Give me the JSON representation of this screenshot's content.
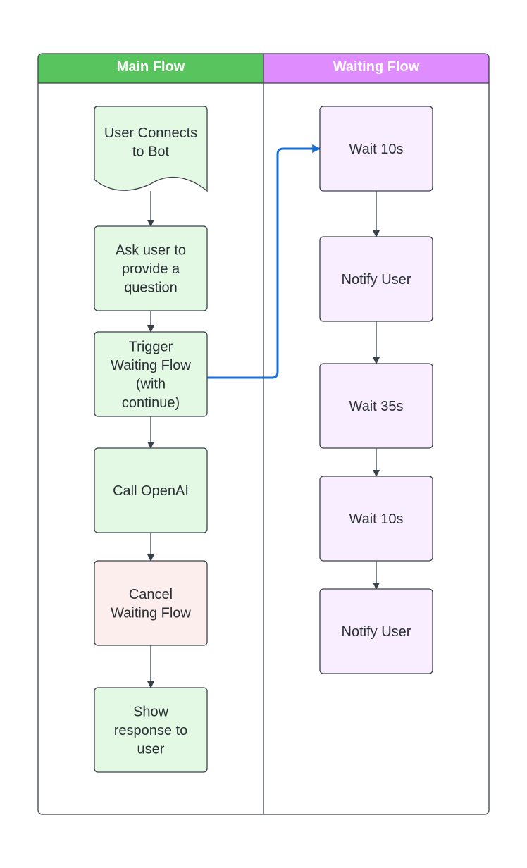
{
  "colors": {
    "main_header": "#57c45e",
    "waiting_header": "#df8cff",
    "green_fill": "#e3f9e3",
    "pink_fill": "#fdeeee",
    "purple_fill": "#f8eeff",
    "border": "#3a414a",
    "connector": "#1a6fd8"
  },
  "lanes": [
    {
      "id": "main",
      "title": "Main Flow"
    },
    {
      "id": "waiting",
      "title": "Waiting Flow"
    }
  ],
  "nodes": [
    {
      "id": "user-connects",
      "lane": "main",
      "shape": "document",
      "fill": "green",
      "lines": [
        "User Connects",
        "to Bot"
      ]
    },
    {
      "id": "ask-user",
      "lane": "main",
      "shape": "process",
      "fill": "green",
      "lines": [
        "Ask user to",
        "provide a",
        "question"
      ]
    },
    {
      "id": "trigger-waiting",
      "lane": "main",
      "shape": "process",
      "fill": "green",
      "lines": [
        "Trigger",
        "Waiting Flow",
        "(with",
        "continue)"
      ]
    },
    {
      "id": "call-openai",
      "lane": "main",
      "shape": "process",
      "fill": "green",
      "lines": [
        "Call OpenAI"
      ]
    },
    {
      "id": "cancel-waiting",
      "lane": "main",
      "shape": "process",
      "fill": "pink",
      "lines": [
        "Cancel",
        "Waiting Flow"
      ]
    },
    {
      "id": "show-response",
      "lane": "main",
      "shape": "process",
      "fill": "green",
      "lines": [
        "Show",
        "response to",
        "user"
      ]
    },
    {
      "id": "wait-10s-a",
      "lane": "waiting",
      "shape": "process",
      "fill": "purple",
      "lines": [
        "Wait 10s"
      ]
    },
    {
      "id": "notify-user-a",
      "lane": "waiting",
      "shape": "process",
      "fill": "purple",
      "lines": [
        "Notify User"
      ]
    },
    {
      "id": "wait-35s",
      "lane": "waiting",
      "shape": "process",
      "fill": "purple",
      "lines": [
        "Wait 35s"
      ]
    },
    {
      "id": "wait-10s-b",
      "lane": "waiting",
      "shape": "process",
      "fill": "purple",
      "lines": [
        "Wait 10s"
      ]
    },
    {
      "id": "notify-user-b",
      "lane": "waiting",
      "shape": "process",
      "fill": "purple",
      "lines": [
        "Notify User"
      ]
    }
  ],
  "edges": [
    {
      "from": "user-connects",
      "to": "ask-user",
      "style": "plain"
    },
    {
      "from": "ask-user",
      "to": "trigger-waiting",
      "style": "plain"
    },
    {
      "from": "trigger-waiting",
      "to": "call-openai",
      "style": "plain"
    },
    {
      "from": "call-openai",
      "to": "cancel-waiting",
      "style": "plain"
    },
    {
      "from": "cancel-waiting",
      "to": "show-response",
      "style": "plain"
    },
    {
      "from": "trigger-waiting",
      "to": "wait-10s-a",
      "style": "highlight"
    },
    {
      "from": "wait-10s-a",
      "to": "notify-user-a",
      "style": "plain"
    },
    {
      "from": "notify-user-a",
      "to": "wait-35s",
      "style": "plain"
    },
    {
      "from": "wait-35s",
      "to": "wait-10s-b",
      "style": "plain"
    },
    {
      "from": "wait-10s-b",
      "to": "notify-user-b",
      "style": "plain"
    }
  ]
}
